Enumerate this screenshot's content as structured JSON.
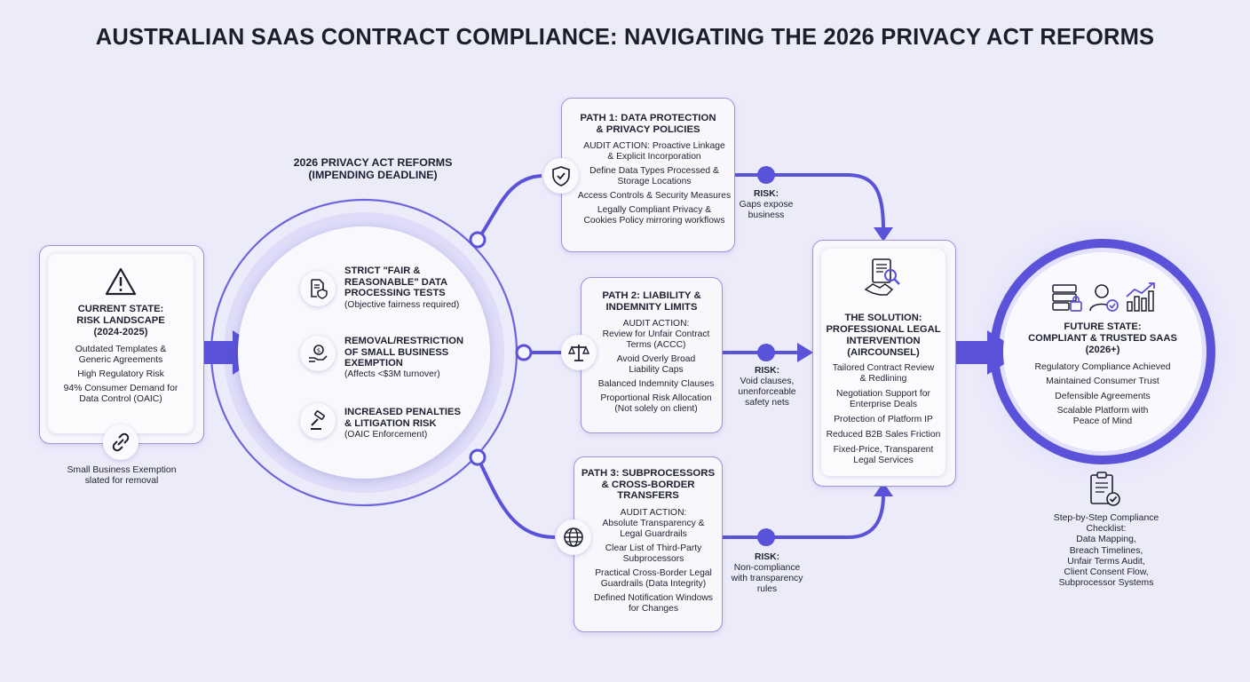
{
  "title": "AUSTRALIAN SAAS CONTRACT COMPLIANCE: NAVIGATING THE 2026 PRIVACY ACT REFORMS",
  "current_state": {
    "title": "CURRENT STATE:\nRISK LANDSCAPE\n(2024-2025)",
    "items": [
      "Outdated Templates &\nGeneric Agreements",
      "High Regulatory Risk",
      "94% Consumer Demand for\nData Control (OAIC)"
    ],
    "note": "Small Business Exemption\nslated for removal",
    "icon": "warning-icon",
    "note_icon": "broken-link-icon"
  },
  "reforms": {
    "heading": "2026 PRIVACY ACT REFORMS\n(IMPENDING DEADLINE)",
    "items": [
      {
        "title": "STRICT \"FAIR &\nREASONABLE\" DATA\nPROCESSING TESTS",
        "sub": "(Objective fairness required)",
        "icon": "document-shield-icon"
      },
      {
        "title": "REMOVAL/RESTRICTION\nOF SMALL BUSINESS\nEXEMPTION",
        "sub": "(Affects <$3M turnover)",
        "icon": "money-hand-icon"
      },
      {
        "title": "INCREASED PENALTIES\n& LITIGATION RISK",
        "sub": "(OAIC Enforcement)",
        "icon": "gavel-icon"
      }
    ]
  },
  "paths": [
    {
      "title": "PATH 1: DATA PROTECTION\n& PRIVACY POLICIES",
      "audit": "AUDIT ACTION: Proactive Linkage\n& Explicit Incorporation",
      "items": [
        "Define Data Types Processed &\nStorage Locations",
        "Access Controls & Security Measures",
        "Legally Compliant Privacy &\nCookies Policy mirroring workflows"
      ],
      "icon": "shield-check-icon",
      "risk_label": "RISK:",
      "risk": "Gaps expose\nbusiness"
    },
    {
      "title": "PATH 2: LIABILITY &\nINDEMNITY LIMITS",
      "audit": "AUDIT ACTION:\nReview for Unfair Contract\nTerms (ACCC)",
      "items": [
        "Avoid Overly Broad\nLiability Caps",
        "Balanced Indemnity Clauses",
        "Proportional Risk Allocation\n(Not solely on client)"
      ],
      "icon": "scales-icon",
      "risk_label": "RISK:",
      "risk": "Void clauses,\nunenforceable\nsafety nets"
    },
    {
      "title": "PATH 3: SUBPROCESSORS\n& CROSS-BORDER\nTRANSFERS",
      "audit": "AUDIT ACTION:\nAbsolute Transparency &\nLegal Guardrails",
      "items": [
        "Clear List of Third-Party\nSubprocessors",
        "Practical Cross-Border Legal\nGuardrails (Data Integrity)",
        "Defined Notification Windows\nfor Changes"
      ],
      "icon": "globe-icon",
      "risk_label": "RISK:",
      "risk": "Non-compliance\nwith transparency\nrules"
    }
  ],
  "solution": {
    "title": "THE SOLUTION:\nPROFESSIONAL LEGAL\nINTERVENTION\n(AIRCOUNSEL)",
    "items": [
      "Tailored Contract Review\n& Redlining",
      "Negotiation Support for\nEnterprise Deals",
      "Protection of Platform IP",
      "Reduced B2B Sales Friction",
      "Fixed-Price, Transparent\nLegal Services"
    ],
    "icon": "contract-handshake-icon"
  },
  "future": {
    "title": "FUTURE STATE:\nCOMPLIANT & TRUSTED SAAS\n(2026+)",
    "items": [
      "Regulatory Compliance Achieved",
      "Maintained Consumer Trust",
      "Defensible Agreements",
      "Scalable Platform with\nPeace of Mind"
    ],
    "icons": [
      "server-lock-icon",
      "user-check-icon",
      "growth-chart-icon"
    ]
  },
  "checklist": {
    "text": "Step-by-Step Compliance\nChecklist:\nData Mapping,\nBreach Timelines,\nUnfair Terms Audit,\nClient Consent Flow,\nSubprocessor Systems",
    "icon": "clipboard-check-icon"
  },
  "colors": {
    "accent": "#5a52d8",
    "accent_light": "#b9b4ef",
    "background": "#ecebfa",
    "card_border": "#9b95d8"
  }
}
